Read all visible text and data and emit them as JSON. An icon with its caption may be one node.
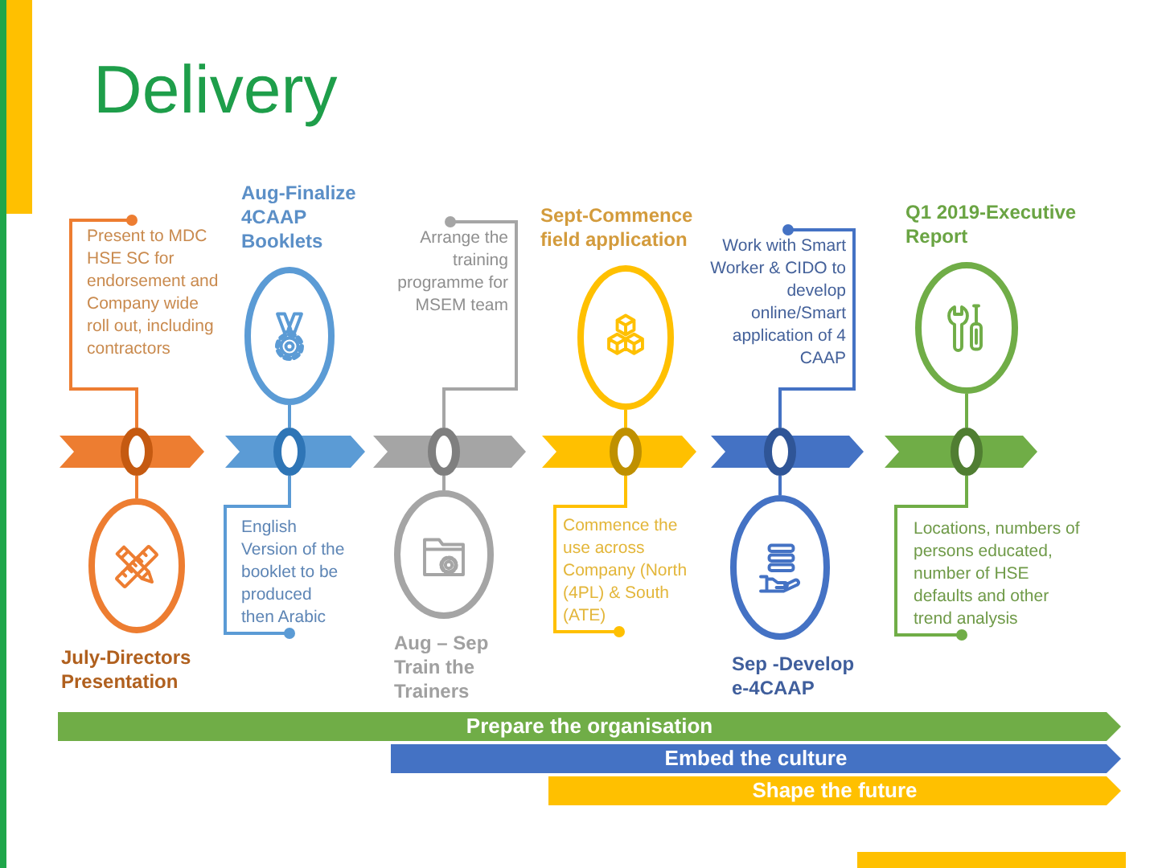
{
  "diagram": {
    "title": "Delivery",
    "nodes": [
      {
        "text": [
          "Present to MDC HSE SC for endorsement and Company wide roll out, including contractors"
        ]
      },
      {
        "text": [],
        "shape": "circle"
      },
      {
        "text": [
          "July-Directors Presentation"
        ]
      },
      {
        "text": [
          "Aug-Finalize 4CAAP Booklets"
        ]
      },
      {
        "text": [],
        "shape": "circle"
      },
      {
        "text": [
          "English Version of the booklet to be produced then Arabic"
        ]
      },
      {
        "text": [
          "Arrange the training programme for MSEM team"
        ]
      },
      {
        "text": [],
        "shape": "circle"
      },
      {
        "text": [
          "Aug – Sep Train the Trainers"
        ]
      },
      {
        "text": [
          "Sept-Commence field application"
        ]
      },
      {
        "text": [],
        "shape": "circle"
      },
      {
        "text": [
          "Commence the use across Company (North (4PL) & South (ATE)"
        ]
      },
      {
        "text": [
          "Work with Smart Worker & CIDO to develop online/Smart application of 4 CAAP"
        ]
      },
      {
        "text": [],
        "shape": "circle"
      },
      {
        "text": [
          "Sep -Develop e-4CAAP"
        ]
      },
      {
        "text": [
          "Q1 2019-Executive Report"
        ]
      },
      {
        "text": [],
        "shape": "circle"
      },
      {
        "text": [
          "Locations, numbers of persons educated, number of HSE defaults and other trend analysis"
        ]
      },
      {
        "text": [
          "Prepare the organisation"
        ]
      },
      {
        "text": [
          "Embed the culture"
        ]
      },
      {
        "text": [
          "Shape the future"
        ]
      }
    ],
    "edges": [
      {
        "from": 1,
        "to": 2,
        "arrow": "none",
        "color": "#ed7d31"
      },
      {
        "from": 1,
        "to": 0,
        "arrow": "other",
        "color": "#ed7d31"
      },
      {
        "from": 4,
        "to": 3,
        "arrow": "none",
        "color": "#5b9bd5"
      },
      {
        "from": 4,
        "to": 5,
        "arrow": "other",
        "color": "#5b9bd5"
      },
      {
        "from": 7,
        "to": 8,
        "arrow": "none",
        "color": "#a5a5a5"
      },
      {
        "from": 7,
        "to": 6,
        "arrow": "other",
        "color": "#a5a5a5"
      },
      {
        "from": 10,
        "to": 9,
        "arrow": "none",
        "color": "#ffc000"
      },
      {
        "from": 10,
        "to": 11,
        "arrow": "other",
        "color": "#ffc000"
      },
      {
        "from": 13,
        "to": 14,
        "arrow": "none",
        "color": "#4472c4"
      },
      {
        "from": 13,
        "to": 12,
        "arrow": "other",
        "color": "#4472c4"
      },
      {
        "from": 16,
        "to": 15,
        "arrow": "none",
        "color": "#70ad47"
      },
      {
        "from": 16,
        "to": 17,
        "arrow": "other",
        "color": "#70ad47"
      }
    ]
  }
}
